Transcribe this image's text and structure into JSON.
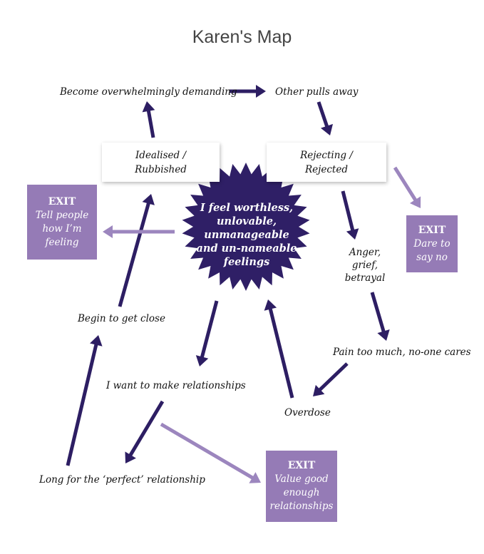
{
  "title": "Karen's Map",
  "colors": {
    "dark_arrow": "#2d1e63",
    "burst": "#2f1f66",
    "light_arrow": "#9c86be",
    "exit_box": "#957bb6"
  },
  "center": {
    "line1": "I feel worthless,",
    "line2": "unlovable,",
    "line3": "unmanageable",
    "line4": "and un-nameable",
    "line5": "feelings"
  },
  "nodes": {
    "become_demanding": "Become overwhelmingly demanding",
    "other_pulls_away": "Other pulls away",
    "idealised_line1": "Idealised /",
    "idealised_line2": "Rubbished",
    "rejecting_line1": "Rejecting /",
    "rejecting_line2": "Rejected",
    "anger_line1": "Anger,",
    "anger_line2": "grief,",
    "anger_line3": "betrayal",
    "pain_too_much": "Pain too much, no-one cares",
    "overdose": "Overdose",
    "begin_close": "Begin to get close",
    "want_relationships": "I want to make relationships",
    "long_perfect": "Long for the ‘perfect’ relationship"
  },
  "exits": {
    "tell_people": {
      "head": "EXIT",
      "line1": "Tell people",
      "line2": "how I’m",
      "line3": "feeling"
    },
    "dare_no": {
      "head": "EXIT",
      "line1": "Dare to",
      "line2": "say no"
    },
    "value_good": {
      "head": "EXIT",
      "line1": "Value good",
      "line2": "enough",
      "line3": "relationships"
    }
  }
}
